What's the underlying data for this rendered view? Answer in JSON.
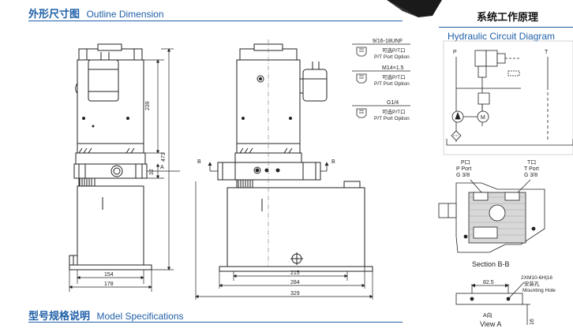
{
  "sections": {
    "outline": {
      "cn": "外形尺寸图",
      "en": "Outline Dimension"
    },
    "model": {
      "cn": "型号规格说明",
      "en": "Model Specifications"
    },
    "principle": {
      "cn": "系统工作原理"
    },
    "circuit": {
      "en": "Hydraulic Circuit Diagram"
    }
  },
  "dimensions": {
    "d473": "473",
    "d239": "239",
    "d32": "32",
    "d154": "154",
    "d178": "178",
    "d215": "215",
    "d284": "284",
    "d329": "329",
    "a": "A",
    "b": "B"
  },
  "port_options": [
    {
      "thread": "9/16-18UNF",
      "cn": "可选P/T口",
      "en": "P/T Port Option"
    },
    {
      "thread": "M14×1.5",
      "cn": "可选P/T口",
      "en": "P/T Port Option"
    },
    {
      "thread": "G1/4",
      "cn": "可选P/T口",
      "en": "P/T Port Option"
    }
  ],
  "circuit": {
    "p": "P",
    "t": "T",
    "motor": "M"
  },
  "section_bb": {
    "p_cn": "P口",
    "p_en": "P Port",
    "p_size": "G 3/8",
    "t_cn": "T口",
    "t_en": "T Port",
    "t_size": "G 3/8",
    "title": "Section B-B"
  },
  "view_a": {
    "d825": "82.5",
    "thread": "2XM10-6H|16",
    "cn": "安装孔",
    "en": "Mounting Hole",
    "d16": "16",
    "a_cn": "A向",
    "title": "View A"
  }
}
